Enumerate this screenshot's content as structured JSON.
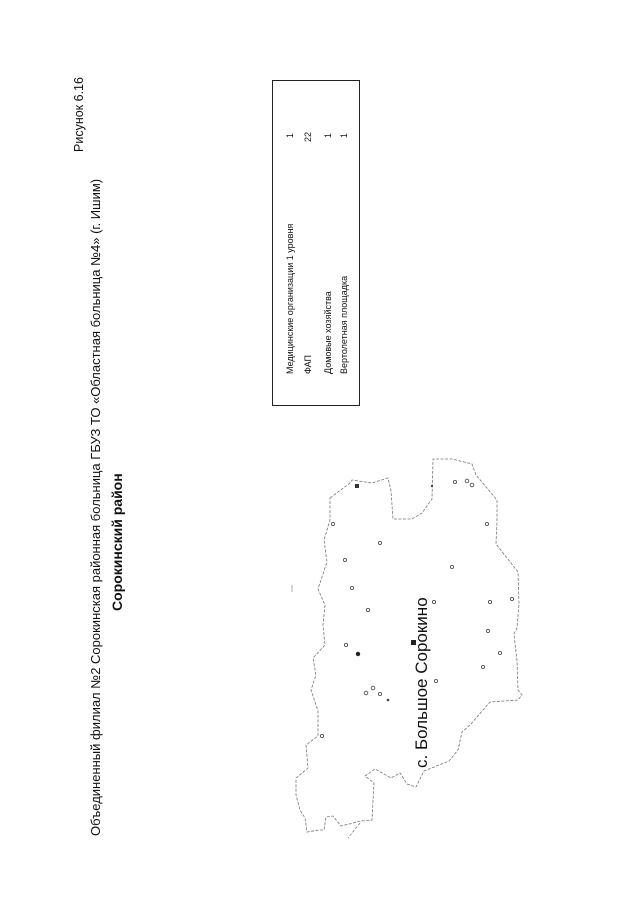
{
  "figure_label": "Рисунок 6.16",
  "title_line1": "Объединенный филиал №2 Сорокинская районная больница ГБУЗ ТО «Областная больница №4» (г. Ишим)",
  "title_line2": "Сорокинский район",
  "legend": {
    "items": [
      {
        "label": "Медицинские организации 1 уровня",
        "value": "1"
      },
      {
        "label": "ФАП",
        "value": "22"
      },
      {
        "label": "Домовые хозяйства",
        "value": "1"
      },
      {
        "label": "Вертолетная площадка",
        "value": "1"
      }
    ]
  },
  "map": {
    "place_label": "с. Большое Сорокино",
    "boundary_color": "#777777",
    "marker_color": "#555555"
  }
}
